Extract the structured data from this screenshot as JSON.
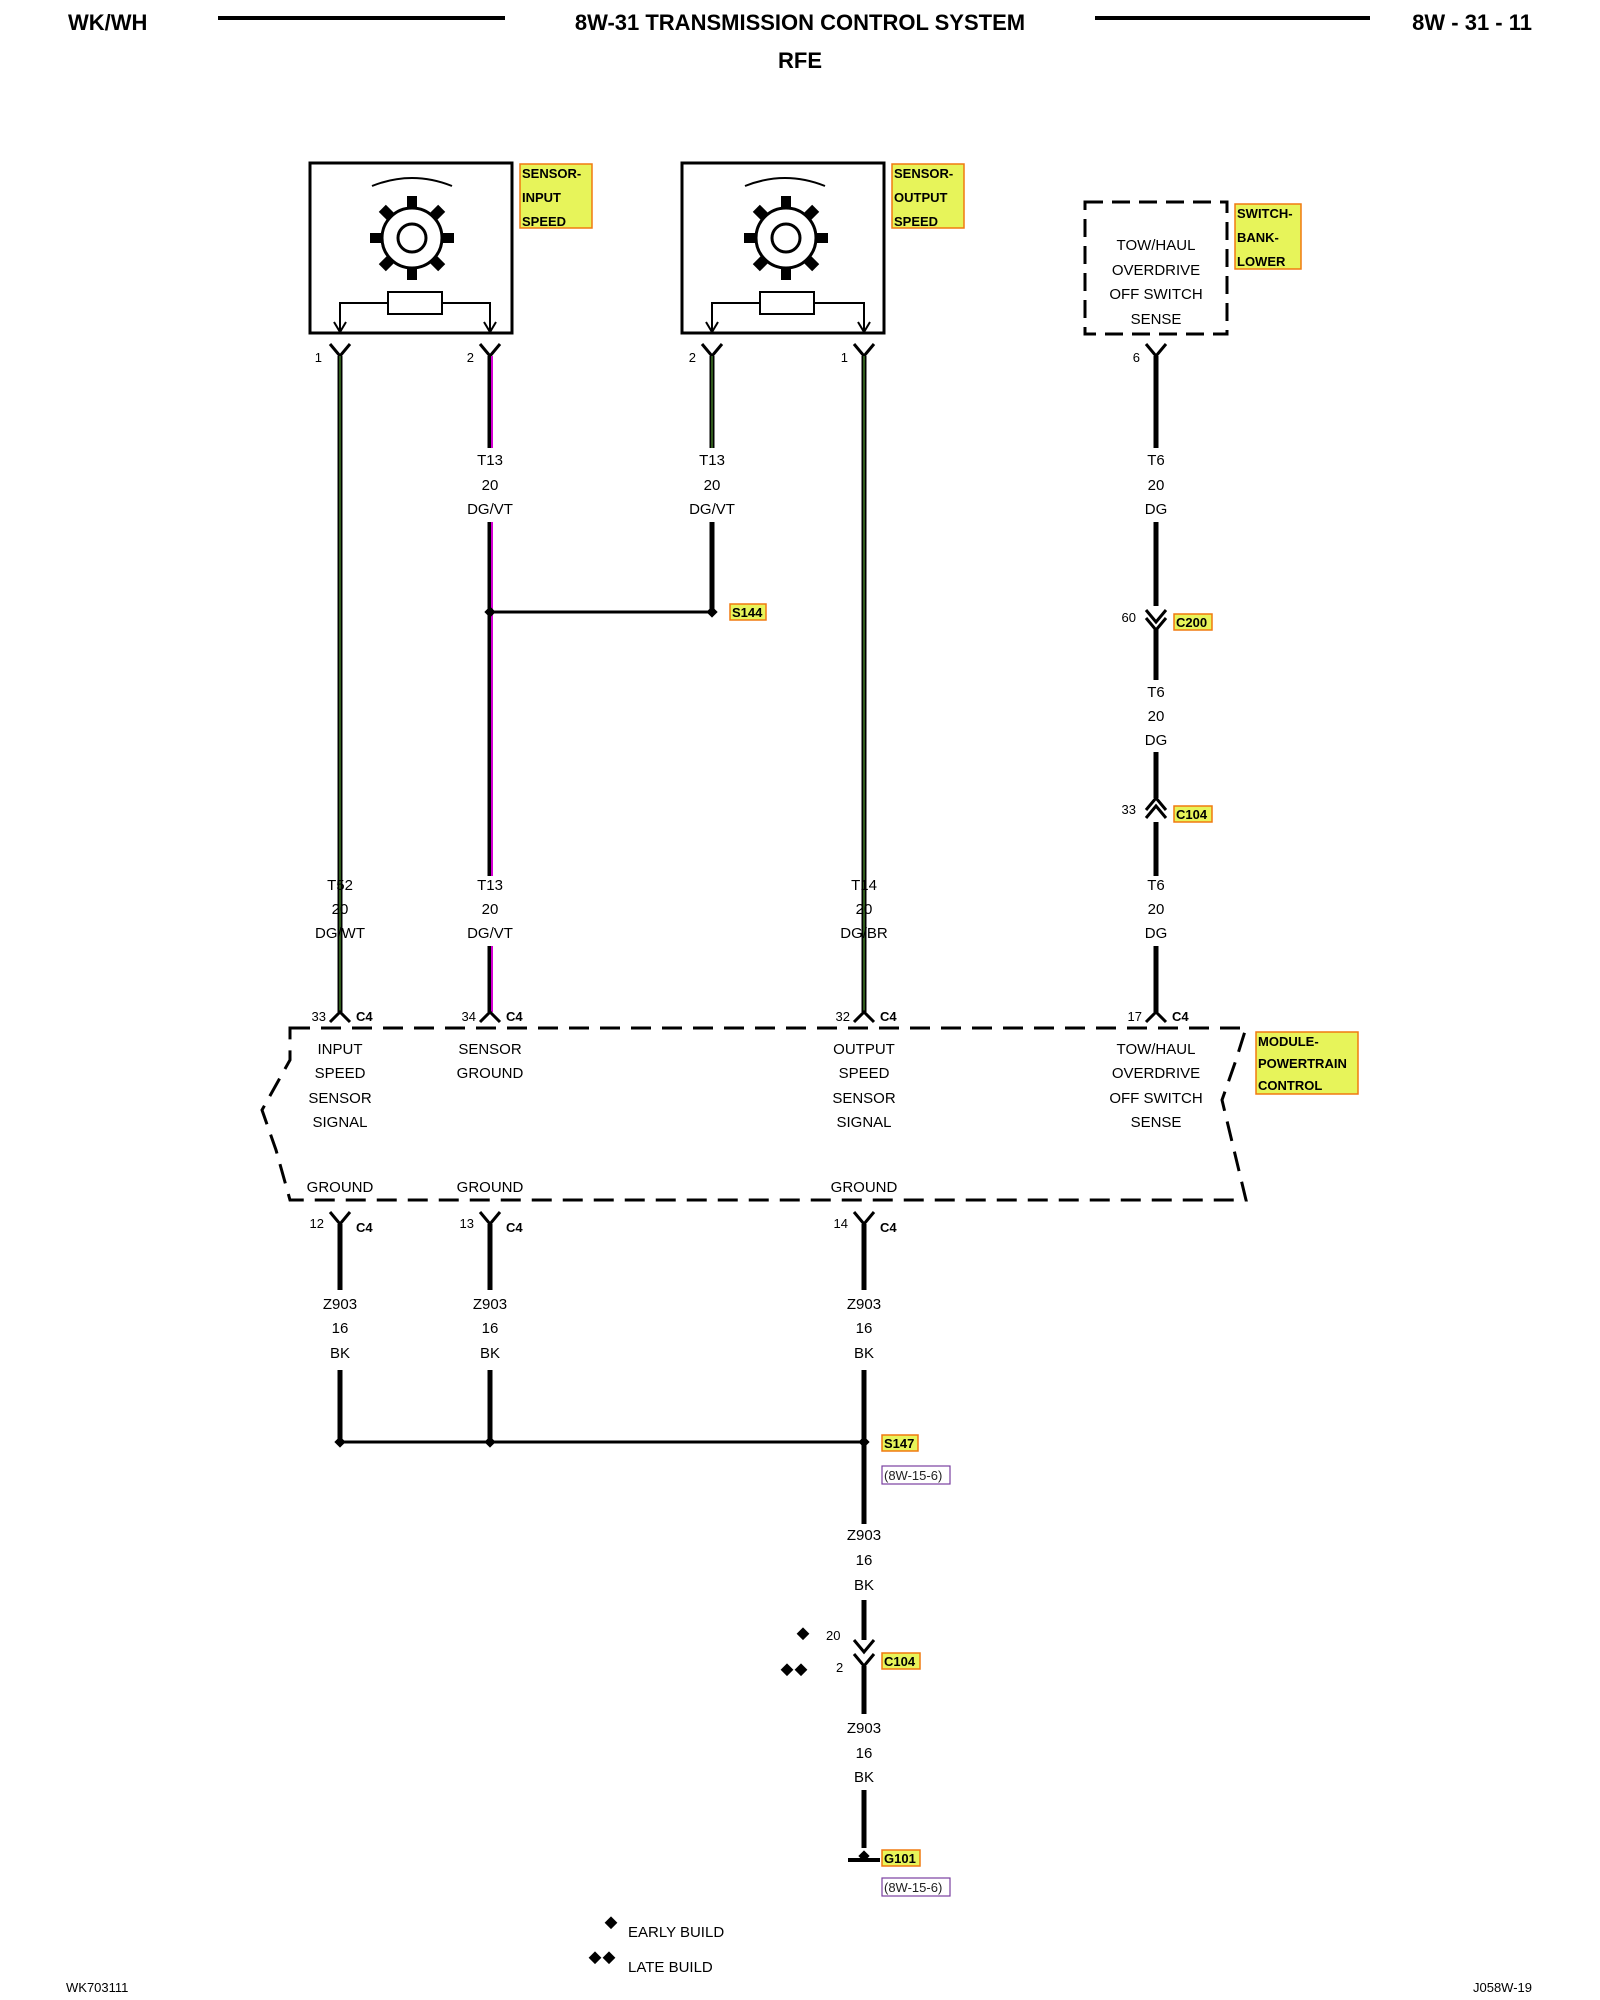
{
  "header": {
    "left": "WK/WH",
    "title": "8W-31 TRANSMISSION CONTROL SYSTEM",
    "subtitle": "RFE",
    "page": "8W - 31 - 11"
  },
  "footer": {
    "left": "WK703111",
    "right": "J058W-19"
  },
  "components": {
    "input_sensor": {
      "lines": [
        "SENSOR-",
        "INPUT",
        "SPEED"
      ]
    },
    "output_sensor": {
      "lines": [
        "SENSOR-",
        "OUTPUT",
        "SPEED"
      ]
    },
    "switch_bank": {
      "lines": [
        "SWITCH-",
        "BANK-",
        "LOWER"
      ],
      "inner": [
        "TOW/HAUL",
        "OVERDRIVE",
        "OFF SWITCH",
        "SENSE"
      ]
    },
    "pcm": {
      "lines": [
        "MODULE-",
        "POWERTRAIN",
        "CONTROL"
      ]
    }
  },
  "pins": {
    "in_sensor_1": "1",
    "in_sensor_2": "2",
    "out_sensor_2": "2",
    "out_sensor_1": "1",
    "switch_6": "6",
    "c200_60": "60",
    "c104_33": "33",
    "pcm_33": "33",
    "pcm_34": "34",
    "pcm_32": "32",
    "pcm_17": "17",
    "pcm_12": "12",
    "pcm_13": "13",
    "pcm_14": "14",
    "c104_20": "20",
    "c104_2": "2"
  },
  "wires": {
    "t13_upper_a": [
      "T13",
      "20",
      "DG/VT"
    ],
    "t13_upper_b": [
      "T13",
      "20",
      "DG/VT"
    ],
    "t6_a": [
      "T6",
      "20",
      "DG"
    ],
    "t6_b": [
      "T6",
      "20",
      "DG"
    ],
    "t6_c": [
      "T6",
      "20",
      "DG"
    ],
    "t52": [
      "T52",
      "20",
      "DG/WT"
    ],
    "t13_lower": [
      "T13",
      "20",
      "DG/VT"
    ],
    "t14": [
      "T14",
      "20",
      "DG/BR"
    ],
    "z903_a": [
      "Z903",
      "16",
      "BK"
    ],
    "z903_b": [
      "Z903",
      "16",
      "BK"
    ],
    "z903_c": [
      "Z903",
      "16",
      "BK"
    ],
    "z903_d": [
      "Z903",
      "16",
      "BK"
    ],
    "z903_e": [
      "Z903",
      "16",
      "BK"
    ]
  },
  "connectors": {
    "c4": "C4",
    "c200": "C200",
    "c104": "C104",
    "s144": "S144",
    "s147": "S147",
    "g101": "G101"
  },
  "refs": {
    "s147_ref": "(8W-15-6)",
    "g101_ref": "(8W-15-6)"
  },
  "pcm_functions": {
    "input": [
      "INPUT",
      "SPEED",
      "SENSOR",
      "SIGNAL"
    ],
    "sensor_ground": [
      "SENSOR",
      "GROUND"
    ],
    "output": [
      "OUTPUT",
      "SPEED",
      "SENSOR",
      "SIGNAL"
    ],
    "towhaul": [
      "TOW/HAUL",
      "OVERDRIVE",
      "OFF SWITCH",
      "SENSE"
    ],
    "ground_1": "GROUND",
    "ground_2": "GROUND",
    "ground_3": "GROUND"
  },
  "legend": {
    "early": "EARLY BUILD",
    "late": "LATE BUILD"
  },
  "colors": {
    "dark_green_wire": "#2f5a1c",
    "violet_tracer": "#d400d4",
    "tag_fill": "#e7f45a",
    "tag_border": "#f07a10"
  }
}
